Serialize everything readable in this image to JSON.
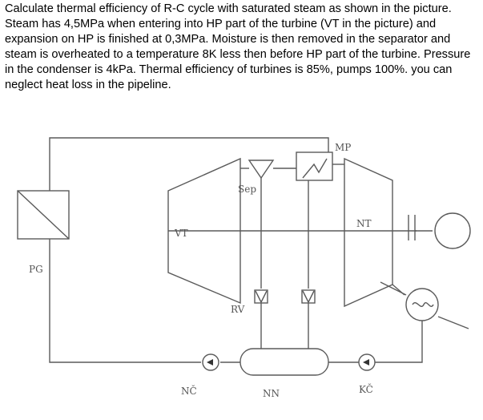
{
  "problem": {
    "text": "Calculate thermal efficiency of R-C cycle with saturated steam as shown in the picture. Steam has 4,5MPa when entering into HP part of the turbine (VT in the picture) and expansion on HP is finished at 0,3MPa. Moisture is then removed in the separator and steam is overheated to a temperature 8K less then before HP part of the turbine. Pressure in the condenser is 4kPa. Thermal efficiency of turbines is 85%, pumps 100%. you can neglect heat loss in the pipeline."
  },
  "diagram": {
    "labels": {
      "mp": "MP",
      "sep": "Sep",
      "vt": "VT",
      "nt": "NT",
      "pg": "PG",
      "rv": "RV",
      "nc_pump": "NČ",
      "nn": "NN",
      "kc_pump": "KČ"
    }
  },
  "colors": {
    "line": "#5a5a5a",
    "text": "#000000"
  }
}
